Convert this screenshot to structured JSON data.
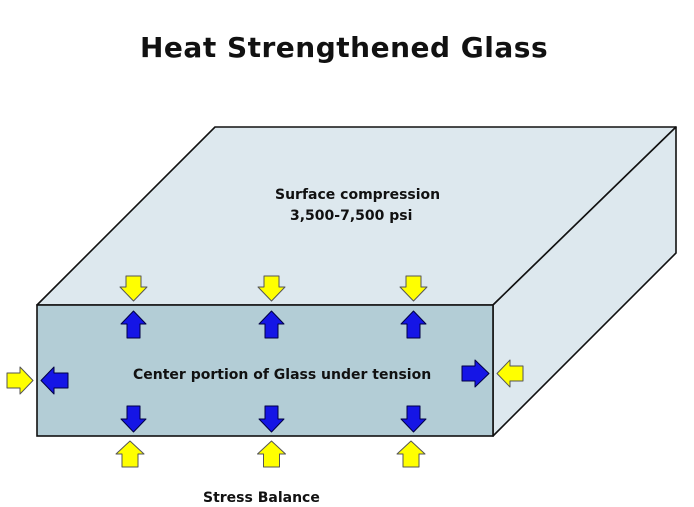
{
  "title": "Heat Strengthened Glass",
  "surface_label": "Surface compression",
  "surface_value": "3,500-7,500 psi",
  "center_label": "Center portion of Glass under tension",
  "footer_label": "Stress Balance",
  "colors": {
    "top_face": "#dde8ee",
    "side_face": "#dde8ee",
    "front_face": "#b3cdd6",
    "compression_arrow": "#ffff00",
    "tension_arrow": "#1515e6"
  }
}
